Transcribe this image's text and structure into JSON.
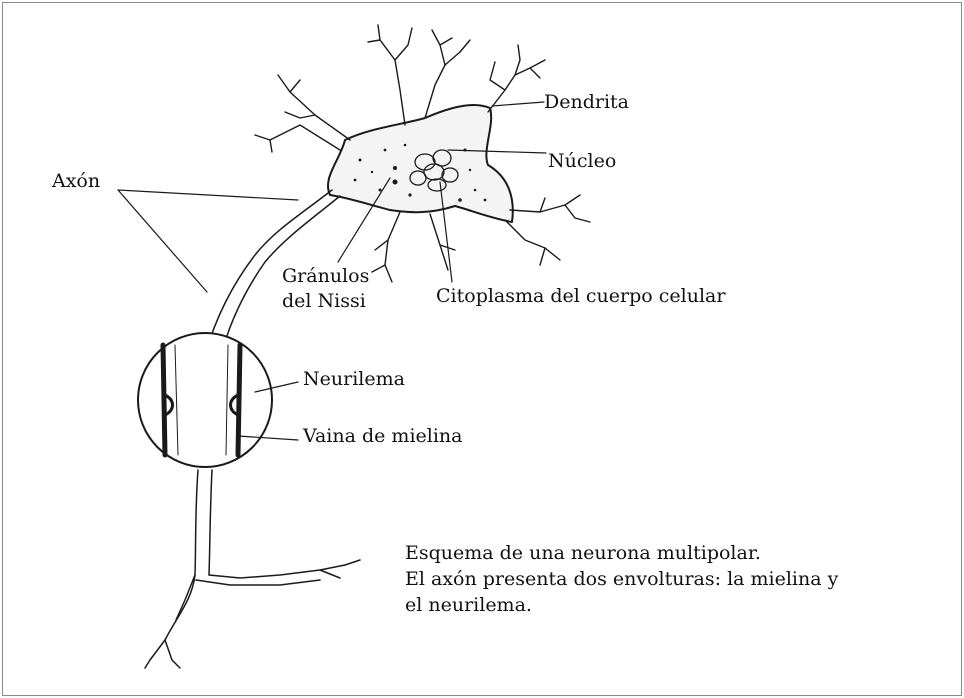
{
  "labels": {
    "dendrita": "Dendrita",
    "nucleo": "Núcleo",
    "axon": "Axón",
    "granulos_line1": "Gránulos",
    "granulos_line2": "del Nissi",
    "citoplasma": "Citoplasma del cuerpo celular",
    "neurilema": "Neurilema",
    "vaina": "Vaina de mielina"
  },
  "caption": {
    "line1": "Esquema de una neurona multipolar.",
    "line2": "El axón presenta dos envolturas: la mielina y",
    "line3": "el neurilema."
  }
}
